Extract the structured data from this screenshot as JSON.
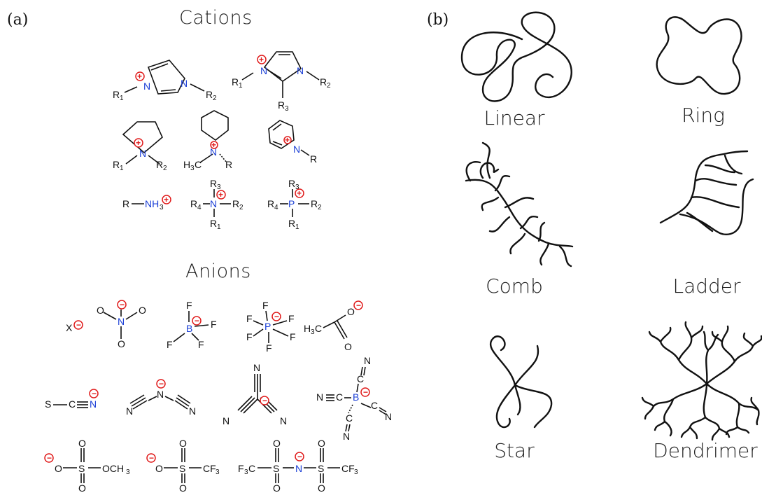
{
  "panels": {
    "a_label": "(a)",
    "b_label": "(b)"
  },
  "headings": {
    "cations": "Cations",
    "anions": "Anions"
  },
  "polymers": [
    {
      "label": "Linear"
    },
    {
      "label": "Ring"
    },
    {
      "label": "Comb"
    },
    {
      "label": "Ladder"
    },
    {
      "label": "Star"
    },
    {
      "label": "Dendrimer"
    }
  ],
  "cation_structures": [
    {
      "name": "imidazolium-1-3-disubstituted",
      "atoms": [
        "N",
        "N",
        "R1",
        "R2"
      ]
    },
    {
      "name": "imidazolium-1-2-3-trisubstituted",
      "atoms": [
        "N",
        "N",
        "R1",
        "R2",
        "R3"
      ]
    },
    {
      "name": "pyrrolidinium",
      "atoms": [
        "N",
        "R1",
        "R2"
      ]
    },
    {
      "name": "piperidinium",
      "atoms": [
        "N",
        "H3C",
        "R"
      ]
    },
    {
      "name": "pyridinium",
      "atoms": [
        "N",
        "R"
      ]
    },
    {
      "name": "ammonium-primary",
      "atoms": [
        "R",
        "NH3"
      ]
    },
    {
      "name": "ammonium-quaternary",
      "atoms": [
        "N",
        "R1",
        "R2",
        "R3",
        "R4"
      ]
    },
    {
      "name": "phosphonium",
      "atoms": [
        "P",
        "R1",
        "R2",
        "R3",
        "R4"
      ]
    }
  ],
  "anion_structures": [
    {
      "name": "halide",
      "atoms": [
        "X"
      ]
    },
    {
      "name": "nitrate",
      "atoms": [
        "N",
        "O",
        "O",
        "O"
      ]
    },
    {
      "name": "tetrafluoroborate",
      "atoms": [
        "B",
        "F",
        "F",
        "F",
        "F"
      ]
    },
    {
      "name": "hexafluorophosphate",
      "atoms": [
        "P",
        "F",
        "F",
        "F",
        "F",
        "F",
        "F"
      ]
    },
    {
      "name": "acetate",
      "atoms": [
        "H3C",
        "O",
        "O"
      ]
    },
    {
      "name": "thiocyanate",
      "atoms": [
        "S",
        "C",
        "N"
      ]
    },
    {
      "name": "dicyanamide",
      "atoms": [
        "N",
        "N",
        "N"
      ]
    },
    {
      "name": "tricyanomethanide",
      "atoms": [
        "N",
        "N",
        "N"
      ]
    },
    {
      "name": "tetracyanoborate",
      "atoms": [
        "B",
        "N",
        "N",
        "N",
        "N",
        "C",
        "C",
        "C",
        "C"
      ]
    },
    {
      "name": "methylsulfate",
      "atoms": [
        "O",
        "S",
        "O",
        "O",
        "OCH3"
      ]
    },
    {
      "name": "triflate",
      "atoms": [
        "O",
        "S",
        "O",
        "O",
        "CF3"
      ]
    },
    {
      "name": "bistriflimide",
      "atoms": [
        "F3C",
        "S",
        "N",
        "S",
        "CF3",
        "O",
        "O",
        "O",
        "O"
      ]
    }
  ]
}
